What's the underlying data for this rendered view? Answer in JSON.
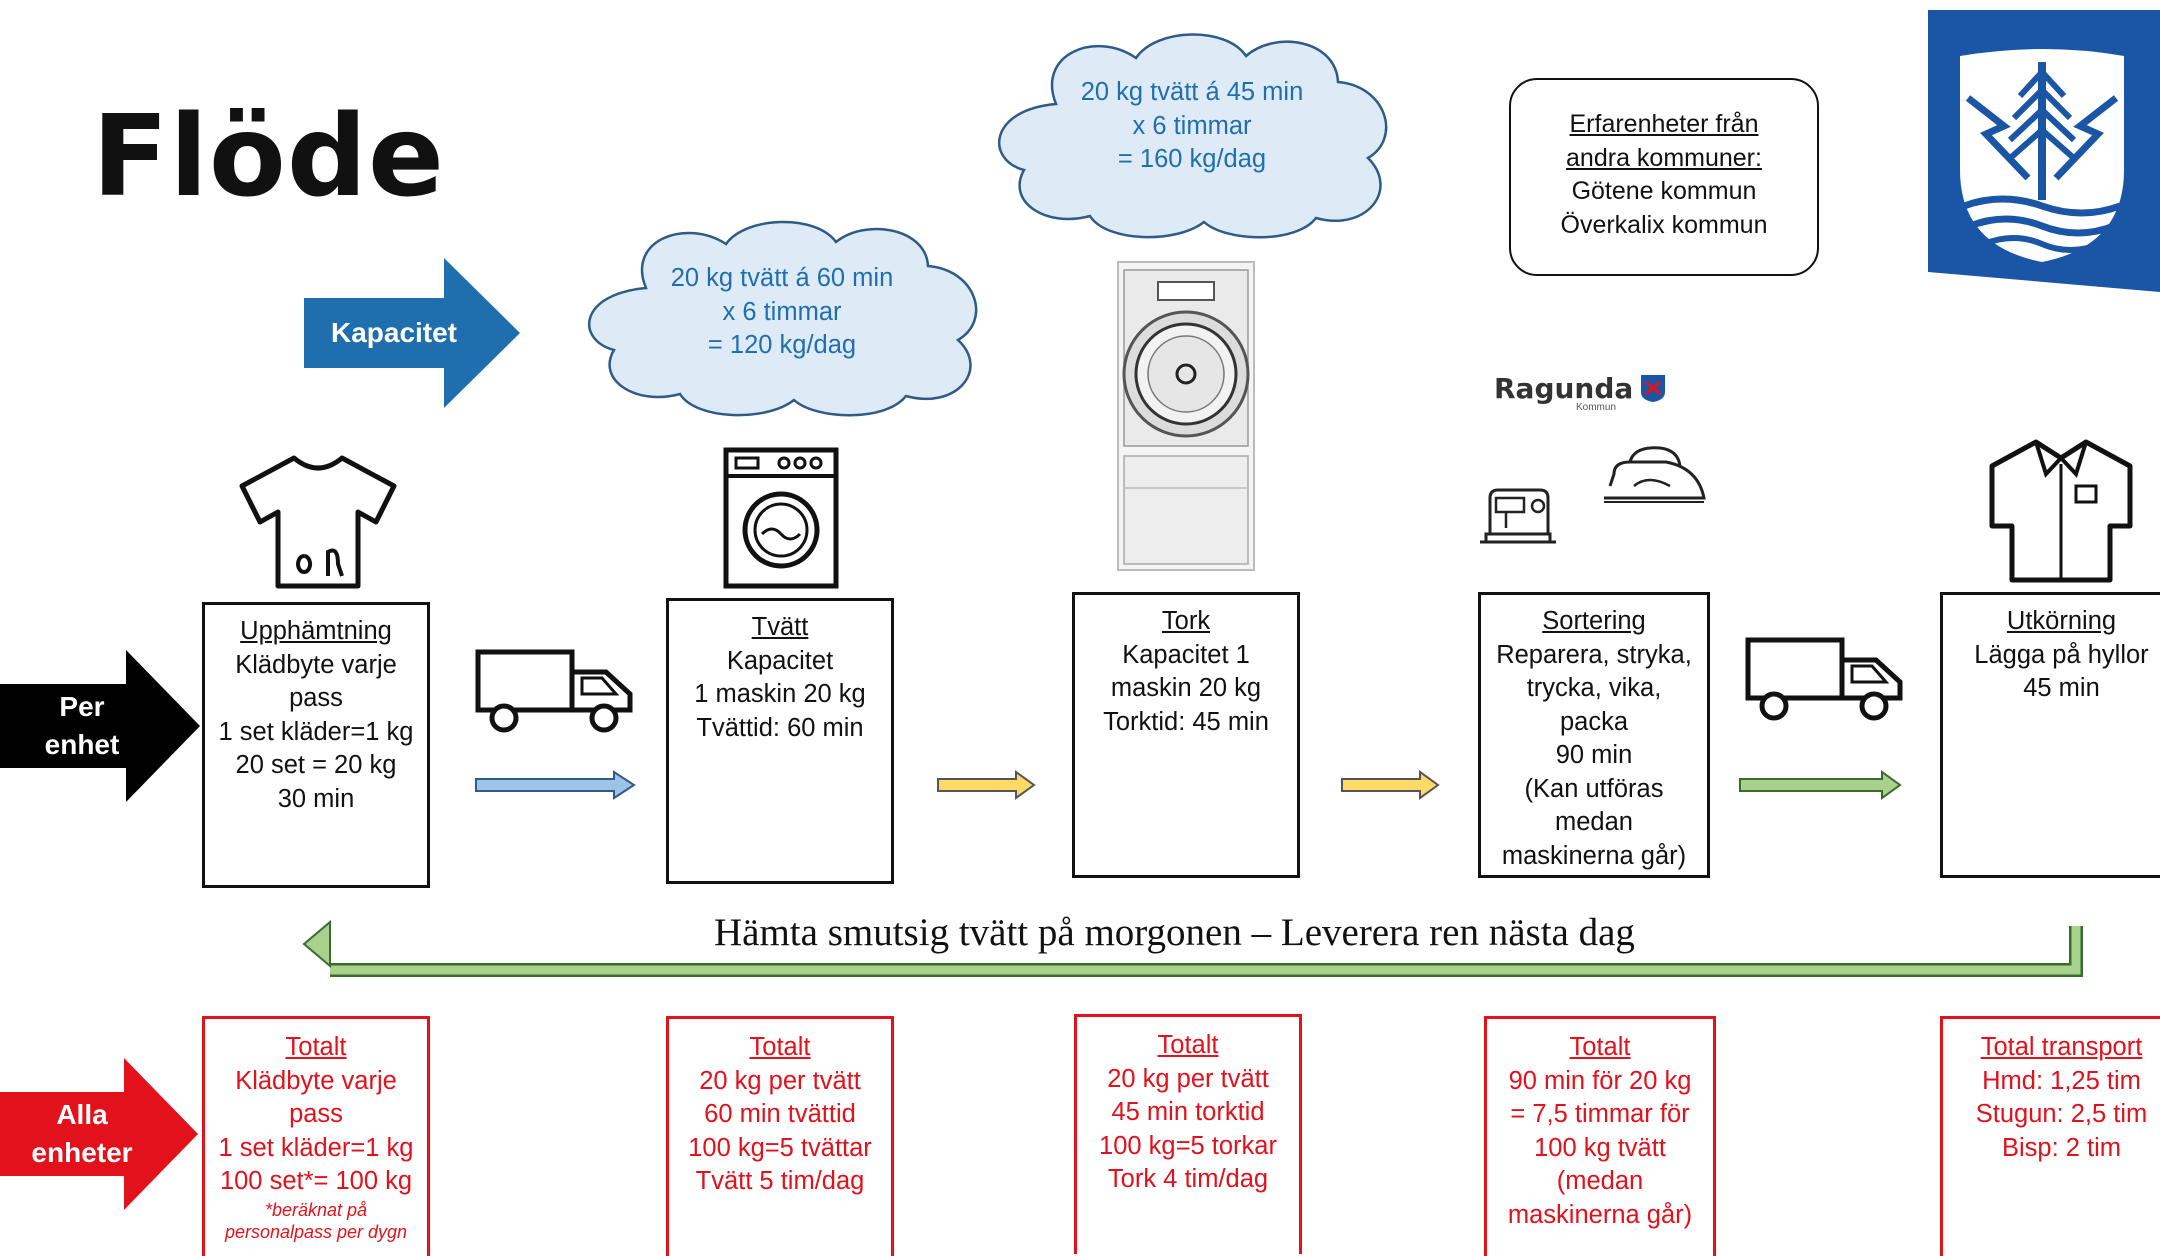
{
  "title": "Flöde",
  "side_labels": {
    "kapacitet": "Kapacitet",
    "per_enhet": [
      "Per",
      "enhet"
    ],
    "alla_enheter": [
      "Alla",
      "enheter"
    ]
  },
  "clouds": [
    [
      "20 kg tvätt á 60 min",
      "x 6 timmar",
      "= 120 kg/dag"
    ],
    [
      "20 kg tvätt á 45 min",
      "x 6 timmar",
      "= 160 kg/dag"
    ]
  ],
  "info_box": {
    "heading": [
      "Erfarenheter från",
      "andra kommuner:"
    ],
    "lines": [
      "Götene kommun",
      "Överkalix kommun"
    ]
  },
  "ragunda_logo": {
    "name": "Ragunda",
    "sub": "Kommun"
  },
  "stages": [
    {
      "heading": "Upphämtning",
      "lines": [
        "Klädbyte varje",
        "pass",
        "1 set kläder=1 kg",
        "20 set = 20 kg",
        "30 min"
      ]
    },
    {
      "heading": "Tvätt",
      "lines": [
        "Kapacitet",
        "1 maskin 20 kg",
        "Tvättid: 60 min"
      ]
    },
    {
      "heading": "Tork",
      "lines": [
        "Kapacitet 1",
        "maskin 20 kg",
        "Torktid: 45 min"
      ]
    },
    {
      "heading": "Sortering",
      "lines": [
        "Reparera, stryka,",
        "trycka, vika,",
        "packa",
        "90 min",
        "(Kan utföras",
        "medan",
        "maskinerna går)"
      ]
    },
    {
      "heading": "Utkörning",
      "lines": [
        "Lägga på hyllor",
        "45 min"
      ]
    }
  ],
  "loop_caption": "Hämta smutsig tvätt på morgonen – Leverera ren nästa dag",
  "totals": [
    {
      "heading": "Totalt",
      "lines": [
        "Klädbyte varje",
        "pass",
        "1 set kläder=1 kg",
        "100 set*= 100 kg"
      ],
      "note": [
        "*beräknat på",
        "personalpass per dygn"
      ]
    },
    {
      "heading": "Totalt",
      "lines": [
        "20 kg per tvätt",
        "60 min tvättid",
        "100 kg=5 tvättar",
        "Tvätt 5 tim/dag"
      ]
    },
    {
      "heading": "Totalt",
      "lines": [
        "20 kg per tvätt",
        "45 min torktid",
        "100 kg=5 torkar",
        "Tork 4 tim/dag"
      ]
    },
    {
      "heading": "Totalt",
      "lines": [
        "90 min för 20 kg",
        "= 7,5 timmar för",
        "100 kg tvätt",
        "(medan",
        "maskinerna går)"
      ]
    },
    {
      "heading": "Total transport",
      "lines": [
        "Hmd: 1,25 tim",
        "Stugun: 2,5 tim",
        "Bisp: 2 tim"
      ]
    }
  ],
  "colors": {
    "blue_arrow": "#1f6fae",
    "black_arrow": "#000000",
    "red_arrow": "#e3111b",
    "flow_blue": "#9dc3e6",
    "flow_yellow": "#ffd966",
    "flow_green": "#a9d18e",
    "loop_arrow": "#a9d18e",
    "coat_of_arms": "#1a55a6"
  },
  "icons": [
    "tshirt-icon",
    "washing-machine-icon",
    "tumble-dryer-icon",
    "sewing-machine-icon",
    "iron-icon",
    "shirt-icon",
    "truck-icon",
    "coat-of-arms-icon",
    "ragunda-logo"
  ]
}
